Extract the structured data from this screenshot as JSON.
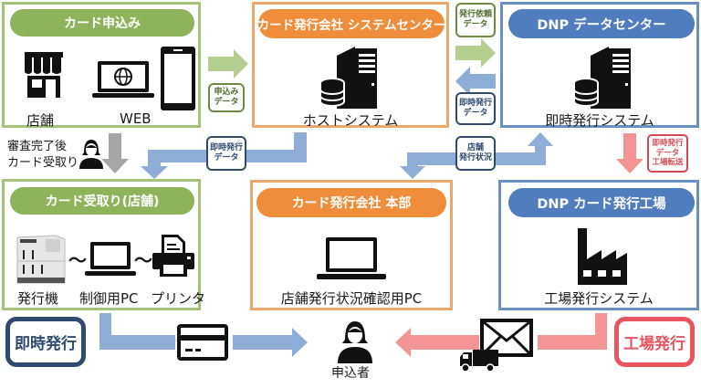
{
  "panels": {
    "card_application": {
      "title": "カード申込み",
      "items": [
        {
          "icon": "store-icon",
          "label": "店舗"
        },
        {
          "icon": "laptop-web-icon",
          "label": "WEB"
        },
        {
          "icon": "smartphone-icon",
          "label": ""
        }
      ]
    },
    "issuer_system_center": {
      "title": "カード発行会社 システムセンター",
      "icon": "server-icon",
      "label": "ホストシステム"
    },
    "dnp_data_center": {
      "title": "DNP データセンター",
      "icon": "server-icon",
      "label": "即時発行システム"
    },
    "card_pickup_store": {
      "title": "カード受取り(店舗)",
      "items": [
        {
          "icon": "card-issuing-machine-icon",
          "label": "発行機"
        },
        {
          "icon": "laptop-icon",
          "label": "制御用PC"
        },
        {
          "icon": "printer-icon",
          "label": "プリンタ"
        }
      ],
      "connector": "〜"
    },
    "issuer_headquarters": {
      "title": "カード発行会社 本部",
      "icon": "laptop-icon",
      "label": "店舗発行状況確認用PC"
    },
    "dnp_card_factory": {
      "title": "DNP カード発行工場",
      "icon": "factory-icon",
      "label": "工場発行システム"
    }
  },
  "data_tags": {
    "application_data": [
      "申込み",
      "データ"
    ],
    "issue_request_data": [
      "発行依頼",
      "データ"
    ],
    "instant_issue_data_top": [
      "即時発行",
      "データ"
    ],
    "instant_issue_data_mid": [
      "即時発行",
      "データ"
    ],
    "store_issue_status": [
      "店舗",
      "発行状況"
    ],
    "factory_transfer": [
      "即時発行",
      "データ",
      "工場転送"
    ]
  },
  "side_note": [
    "審査完了後",
    "カード受取り"
  ],
  "badges": {
    "instant_issue": "即時発行",
    "factory_issue": "工場発行"
  },
  "applicant_label": "申込者",
  "colors": {
    "green": "#8fb35a",
    "orange": "#ef8d3b",
    "blue": "#4f7dbd",
    "navy": "#2f4a6e",
    "red": "#e8555f",
    "arrow_green": "#b5cf91",
    "arrow_blue": "#8eaed8",
    "arrow_pink": "#f49595",
    "arrow_gray": "#a6a6a6"
  }
}
